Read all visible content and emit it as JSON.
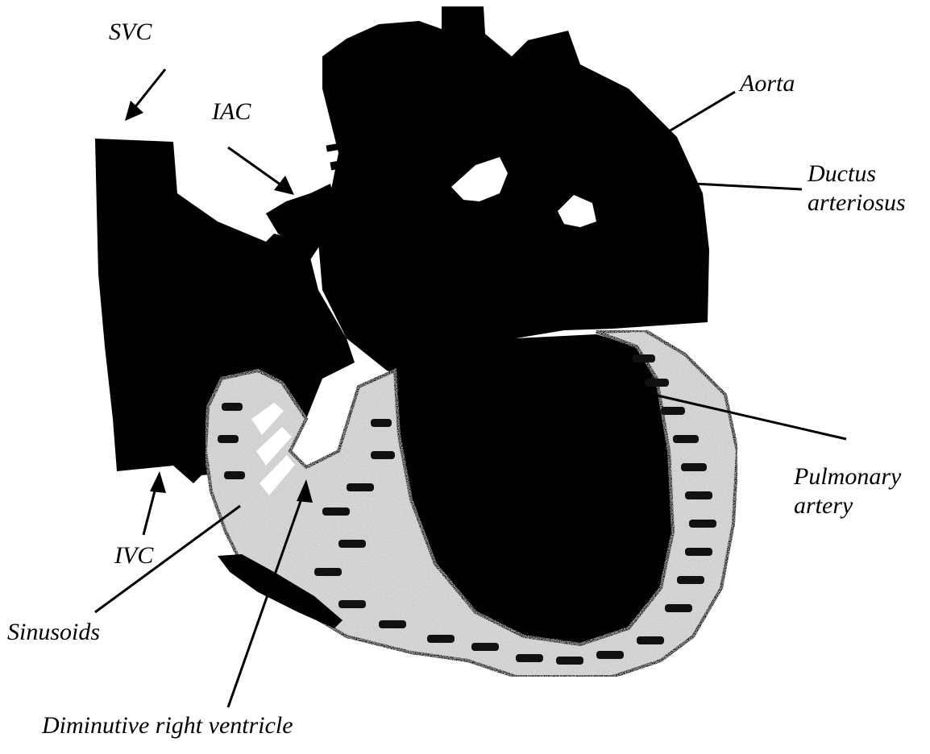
{
  "labels": {
    "svc": "SVC",
    "iac": "IAC",
    "aorta": "Aorta",
    "ductus_line1": "Ductus",
    "ductus_line2": "arteriosus",
    "pulmonary_line1": "Pulmonary",
    "pulmonary_line2": "artery",
    "ivc": "IVC",
    "sinusoids": "Sinusoids",
    "diminutive_rv": "Diminutive right ventricle"
  },
  "colors": {
    "ink": "#000000",
    "myocardium": "#d9d9d9",
    "background": "#ffffff"
  }
}
